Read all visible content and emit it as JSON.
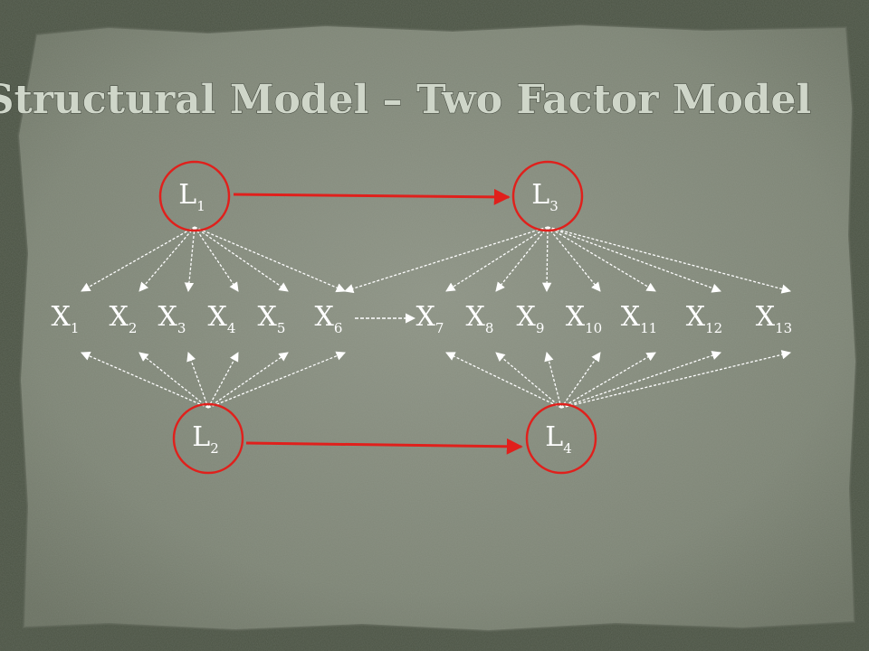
{
  "title": "Structural Model – Two Factor Model",
  "latents": [
    {
      "id": "L1",
      "base": "L",
      "sub": "1"
    },
    {
      "id": "L2",
      "base": "L",
      "sub": "2"
    },
    {
      "id": "L3",
      "base": "L",
      "sub": "3"
    },
    {
      "id": "L4",
      "base": "L",
      "sub": "4"
    }
  ],
  "indicators": [
    {
      "id": "X1",
      "base": "X",
      "sub": "1"
    },
    {
      "id": "X2",
      "base": "X",
      "sub": "2"
    },
    {
      "id": "X3",
      "base": "X",
      "sub": "3"
    },
    {
      "id": "X4",
      "base": "X",
      "sub": "4"
    },
    {
      "id": "X5",
      "base": "X",
      "sub": "5"
    },
    {
      "id": "X6",
      "base": "X",
      "sub": "6"
    },
    {
      "id": "X7",
      "base": "X",
      "sub": "7"
    },
    {
      "id": "X8",
      "base": "X",
      "sub": "8"
    },
    {
      "id": "X9",
      "base": "X",
      "sub": "9"
    },
    {
      "id": "X10",
      "base": "X",
      "sub": "10"
    },
    {
      "id": "X11",
      "base": "X",
      "sub": "11"
    },
    {
      "id": "X12",
      "base": "X",
      "sub": "12"
    },
    {
      "id": "X13",
      "base": "X",
      "sub": "13"
    }
  ],
  "colors": {
    "latent_outline": "#e0201c",
    "structural_arrow": "#e0201c",
    "loading_arrow": "#ffffff"
  }
}
